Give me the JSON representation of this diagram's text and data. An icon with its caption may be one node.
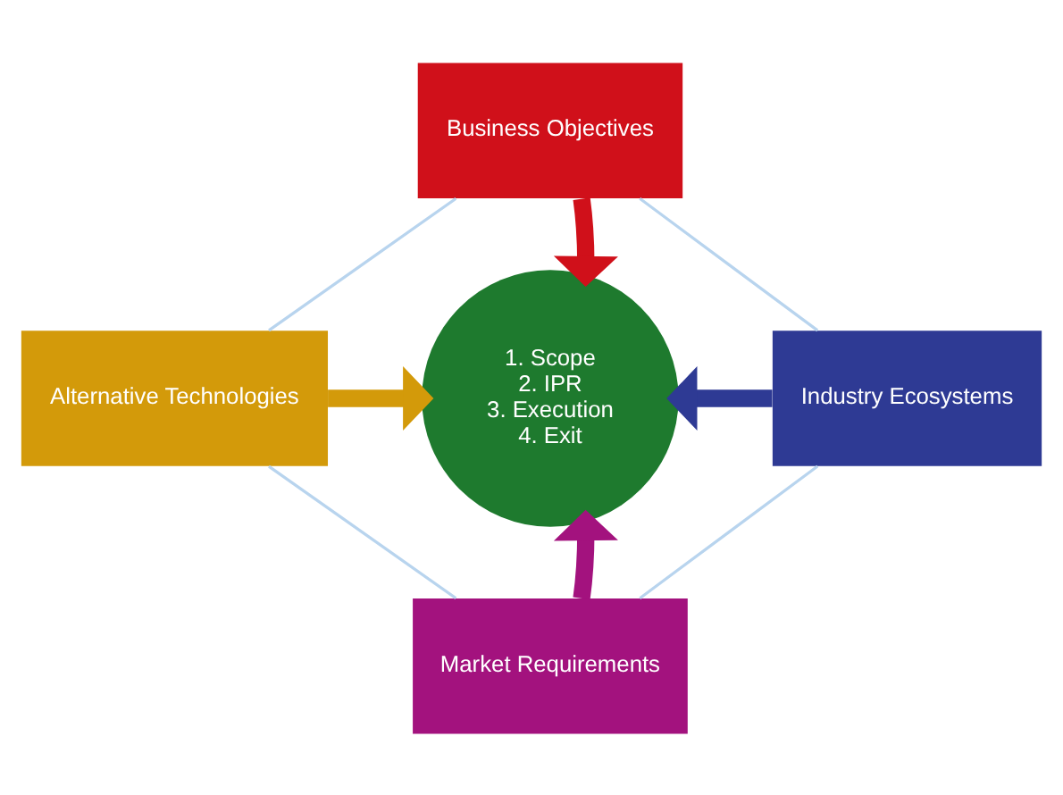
{
  "diagram": {
    "nodes": [
      {
        "text": [
          "Business Objectives"
        ]
      },
      {
        "text": [
          "Alternative Technologies"
        ]
      },
      {
        "text": [
          "1. Scope",
          "2. IPR",
          "3. Execution",
          "4. Exit"
        ]
      },
      {
        "text": [
          "Industry Ecosystems"
        ]
      },
      {
        "text": [
          "Market Requirements"
        ]
      }
    ],
    "edges": [
      {
        "from": 0,
        "to": 2,
        "arrow": "to",
        "style": "thick",
        "color": "#d0101a"
      },
      {
        "from": 1,
        "to": 2,
        "arrow": "to",
        "style": "thick",
        "color": "#d39a0a"
      },
      {
        "from": 3,
        "to": 2,
        "arrow": "to",
        "style": "thick",
        "color": "#2e3a94"
      },
      {
        "from": 4,
        "to": 2,
        "arrow": "to",
        "style": "thick",
        "color": "#a3127e"
      },
      {
        "from": 0,
        "to": 1,
        "arrow": "none",
        "color": "#b8d4ee"
      },
      {
        "from": 0,
        "to": 3,
        "arrow": "none",
        "color": "#b8d4ee"
      },
      {
        "from": 1,
        "to": 4,
        "arrow": "none",
        "color": "#b8d4ee"
      },
      {
        "from": 3,
        "to": 4,
        "arrow": "none",
        "color": "#b8d4ee"
      }
    ]
  }
}
